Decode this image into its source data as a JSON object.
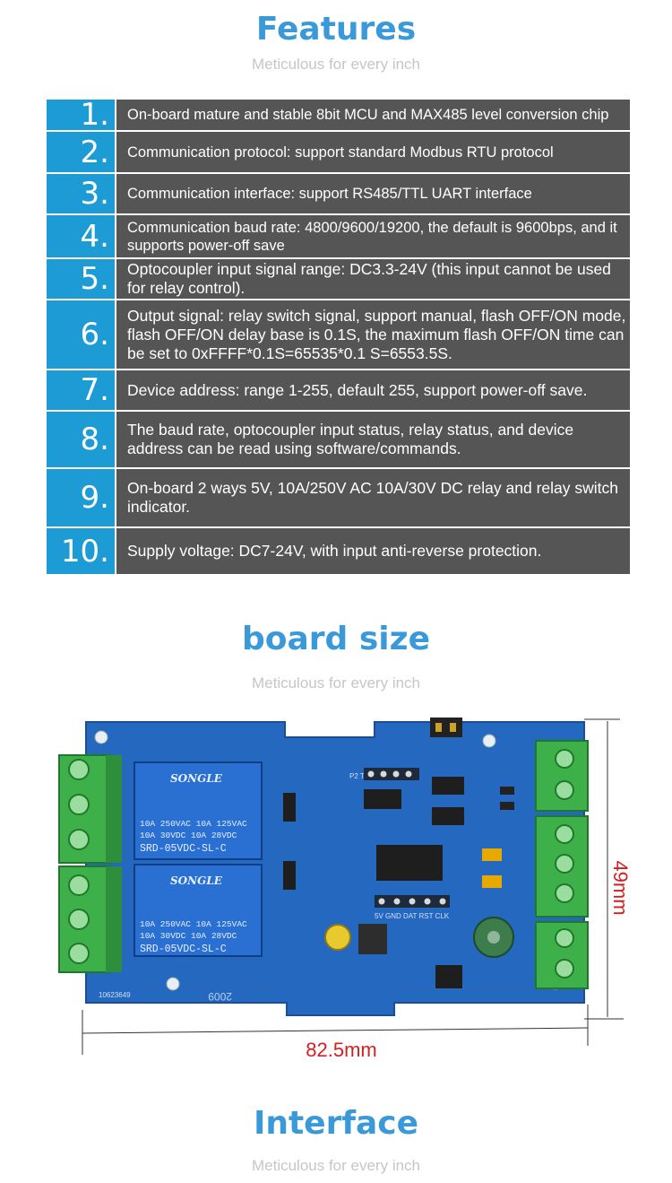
{
  "features": {
    "title": "Features",
    "subtitle": "Meticulous for every inch",
    "items": [
      {
        "number": "1.",
        "text": "On-board mature and stable 8bit MCU and MAX485 level conversion chip"
      },
      {
        "number": "2.",
        "text": "Communication protocol: support standard Modbus RTU protocol"
      },
      {
        "number": "3.",
        "text": "Communication interface: support RS485/TTL UART interface"
      },
      {
        "number": "4.",
        "text": "Communication baud rate: 4800/9600/19200, the default is 9600bps, and it supports power-off save"
      },
      {
        "number": "5.",
        "text": "Optocoupler input signal range: DC3.3-24V (this input cannot be used for relay control)."
      },
      {
        "number": "6.",
        "text": "Output signal: relay switch signal, support manual, flash OFF/ON mode, flash OFF/ON delay base is 0.1S, the maximum flash OFF/ON time can be set to 0xFFFF*0.1S=65535*0.1 S=6553.5S."
      },
      {
        "number": "7.",
        "text": "Device address: range 1-255, default 255, support power-off save."
      },
      {
        "number": "8.",
        "text": "The baud rate, optocoupler input status, relay status, and device address can be read using software/commands."
      },
      {
        "number": "9.",
        "text": "On-board 2 ways 5V, 10A/250V AC 10A/30V DC relay and relay switch indicator."
      },
      {
        "number": "10.",
        "text": "Supply voltage: DC7-24V, with input anti-reverse protection."
      }
    ]
  },
  "board_size": {
    "title": "board size",
    "subtitle": "Meticulous for every inch",
    "width_label": "82.5mm",
    "height_label": "49mm",
    "relay": {
      "brand": "SONGLE",
      "line1": "10A 250VAC  10A 125VAC",
      "line2": "10A  30VDC  10A  28VDC",
      "model": "SRD-05VDC-SL-C"
    },
    "header_label": "5V GND DAT RST CLK",
    "uart_label": "P2 TXD RXD",
    "board_code": "10623649",
    "year_mark": "2009",
    "colors": {
      "pcb": "#2468c0",
      "terminal": "#3db04a",
      "dimension": "#d31f1f"
    }
  },
  "interface": {
    "title": "Interface",
    "subtitle": "Meticulous for every inch"
  }
}
